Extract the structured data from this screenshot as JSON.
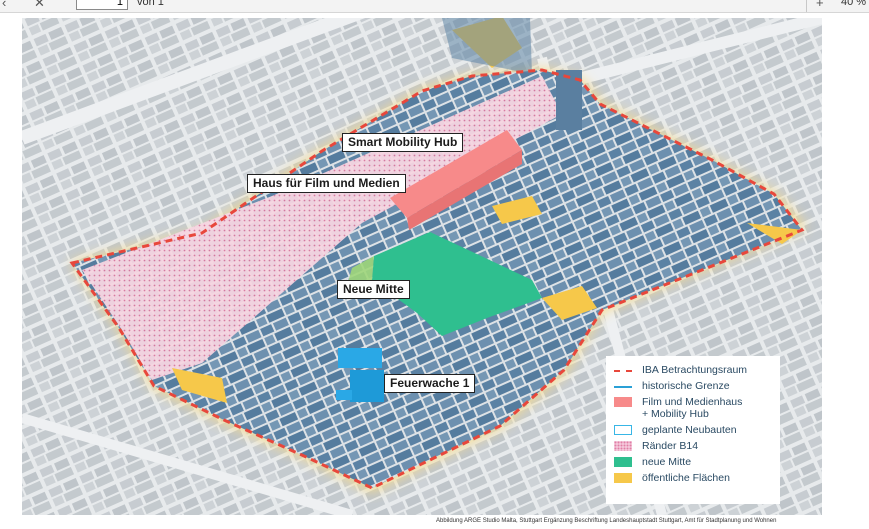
{
  "toolbar": {
    "page_value": "1",
    "page_of": "von 1",
    "zoom": "40 %",
    "icons": [
      "back-icon",
      "close-icon",
      "zoom-in-icon"
    ]
  },
  "map": {
    "labels": {
      "smart_mobility_hub": "Smart Mobility Hub",
      "haus_film": "Haus für Film und Medien",
      "neue_mitte": "Neue Mitte",
      "feuerwache": "Feuerwache 1"
    },
    "colors": {
      "buildings": "#5f85a6",
      "context_buildings": "#c9ced2",
      "streets": "#e7eaec",
      "boundary": "#e8473b",
      "public_space": "#f6c84a",
      "green": "#2fbf8f",
      "film_hub": "#f78a8a",
      "new_buildings": "#38b6e6",
      "b14": "#f0b8cf"
    }
  },
  "legend": {
    "items": [
      {
        "label": "IBA Betrachtungsraum",
        "style": "dash"
      },
      {
        "label": "historische Grenze",
        "style": "line"
      },
      {
        "label": "Film und Medienhaus\n+ Mobility Hub",
        "style": "red"
      },
      {
        "label": "geplante Neubauten",
        "style": "outline"
      },
      {
        "label": "Ränder B14",
        "style": "pink"
      },
      {
        "label": "neue Mitte",
        "style": "green"
      },
      {
        "label": "öffentliche Flächen",
        "style": "yellow"
      }
    ]
  },
  "credit": "Abbildung ARGE Studio Malta, Stuttgart Ergänzung Beschriftung Landeshauptstadt Stuttgart, Amt für Stadtplanung und Wohnen"
}
